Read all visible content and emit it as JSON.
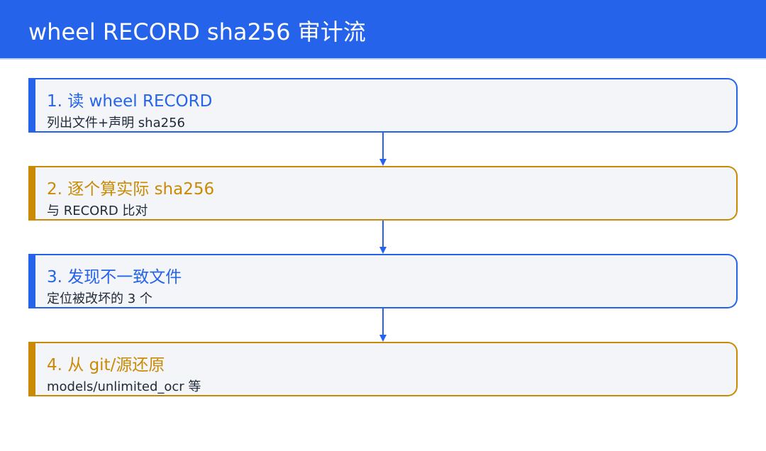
{
  "header": {
    "title": "wheel RECORD sha256 审计流"
  },
  "steps": [
    {
      "title": "1. 读 wheel RECORD",
      "subtitle": "列出文件+声明 sha256",
      "accent": "#2563eb"
    },
    {
      "title": "2. 逐个算实际 sha256",
      "subtitle": "与 RECORD 比对",
      "accent": "#ca8a04"
    },
    {
      "title": "3. 发现不一致文件",
      "subtitle": "定位被改坏的 3 个",
      "accent": "#2563eb"
    },
    {
      "title": "4. 从 git/源还原",
      "subtitle": "models/unlimited_ocr 等",
      "accent": "#ca8a04"
    }
  ],
  "colors": {
    "header_bg": "#2563eb",
    "blue_accent": "#2563eb",
    "gold_accent": "#ca8a04",
    "box_bg": "#f3f5f9",
    "arrow": "#2563eb"
  }
}
